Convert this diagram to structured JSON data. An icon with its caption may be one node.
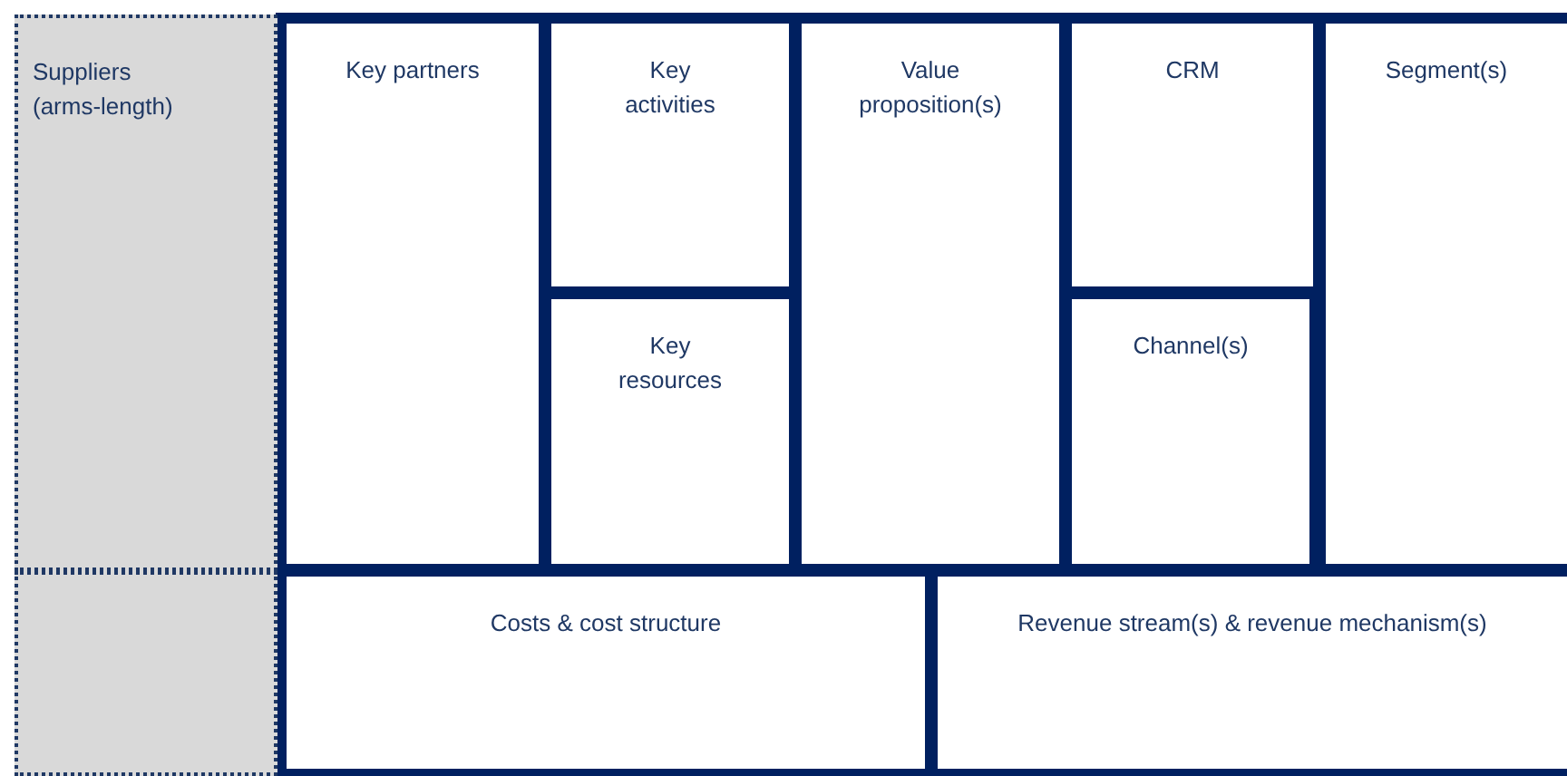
{
  "diagram": {
    "nodes": [
      {
        "text": [
          "Suppliers (arms-length)"
        ]
      },
      {
        "text": [],
        "shape": "box"
      },
      {
        "text": [
          "Key partners"
        ]
      },
      {
        "text": [
          "Key activities"
        ]
      },
      {
        "text": [
          "Key resources"
        ]
      },
      {
        "text": [
          "Value proposition(s)"
        ]
      },
      {
        "text": [
          "CRM"
        ]
      },
      {
        "text": [
          "Channel(s)"
        ]
      },
      {
        "text": [
          "Segment(s)"
        ]
      },
      {
        "text": [
          "Costs & cost structure"
        ]
      },
      {
        "text": [
          "Revenue stream(s) & revenue mechanism(s)"
        ]
      }
    ]
  }
}
